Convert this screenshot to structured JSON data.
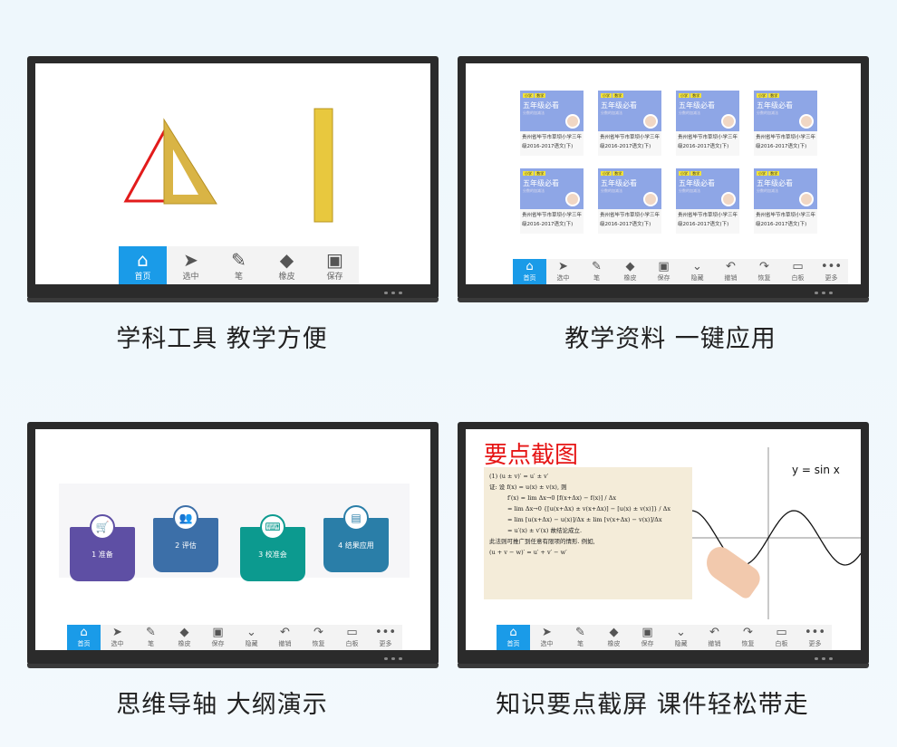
{
  "toolbar_full": [
    {
      "icon": "home-icon",
      "glyph": "⌂",
      "label": "首页"
    },
    {
      "icon": "cursor-icon",
      "glyph": "➤",
      "label": "选中"
    },
    {
      "icon": "pen-icon",
      "glyph": "✎",
      "label": "笔"
    },
    {
      "icon": "eraser-icon",
      "glyph": "◆",
      "label": "橡皮"
    },
    {
      "icon": "save-icon",
      "glyph": "▣",
      "label": "保存"
    },
    {
      "icon": "hide-icon",
      "glyph": "⌄",
      "label": "隐藏"
    },
    {
      "icon": "undo-icon",
      "glyph": "↶",
      "label": "撤销"
    },
    {
      "icon": "redo-icon",
      "glyph": "↷",
      "label": "恢复"
    },
    {
      "icon": "whiteboard-icon",
      "glyph": "▭",
      "label": "白板"
    },
    {
      "icon": "more-icon",
      "glyph": "•••",
      "label": "更多"
    }
  ],
  "panels": [
    {
      "caption": "学科工具  教学方便"
    },
    {
      "caption": "教学资料  一键应用",
      "card": {
        "tag1": "小学",
        "tag2": "数学",
        "title": "五年级必看",
        "subtitle": "分数的加减法",
        "desc": "贵州省毕节市草坝小学三年级2016-2017语文(下)"
      }
    },
    {
      "caption": "思维导轴  大纲演示",
      "steps": [
        "1 准备",
        "2 评估",
        "3 校准会",
        "4 结果应用"
      ]
    },
    {
      "caption": "知识要点截屏  课件轻松带走",
      "heading": "要点截图",
      "graph_label": "y = sin x",
      "math": [
        "(1)  (u ± v)′ = u′ ± v′",
        "证: 设 f(x) = u(x) ± v(x), 则",
        "f′(x) = lim Δx→0 [f(x+Δx) − f(x)] / Δx",
        "= lim Δx→0 {[u(x+Δx) ± v(x+Δx)] − [u(x) ± v(x)]} / Δx",
        "= lim [u(x+Δx) − u(x)]/Δx ± lim [v(x+Δx) − v(x)]/Δx",
        "= u′(x) ± v′(x)          故结论成立.",
        "此法则可推广到任意有限项的情形. 例如,",
        "(u + v − w)′ = u′ + v′ − w′"
      ]
    }
  ]
}
